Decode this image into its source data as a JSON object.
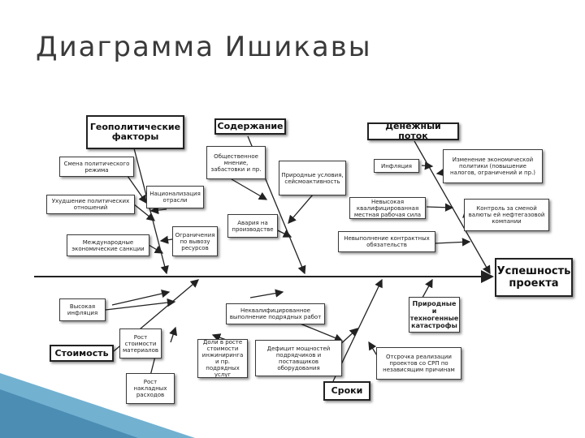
{
  "slide": {
    "title": "Диаграмма Ишикавы"
  },
  "result": "Успешность проекта",
  "main_categories": {
    "geopolitics": "Геополитические факторы",
    "content": "Содержание",
    "cashflow": "Денежный поток",
    "cost": "Стоимость",
    "deadlines": "Сроки",
    "disasters": "Природные и техногенные катастрофы"
  },
  "causes": {
    "regime_change": "Смена политического режима",
    "relations": "Ухудшение политических отношений",
    "sanctions": "Международные экономические санкции",
    "national_industry": "Национализация отрасли",
    "restrictions": "Ограничения по вывозу ресурсов",
    "public_sentiment": "Общественное мнение, забастовки и пр.",
    "natural_conditions": "Природные условия, сейсмоактивность",
    "production_accident": "Авария на производстве",
    "inflation": "Инфляция",
    "economic_policy": "Изменение экономической политики (повышение налогов, ограничений и пр.)",
    "labor_shortage": "Невысокая квалифицированная местная рабочая сила",
    "obligations": "Невыполнение контрактных обязательств",
    "currency_control": "Контроль за сменой валюты ей нефтегазовой компании",
    "high_inflation": "Высокая инфляция",
    "material_costs": "Рост стоимости материалов",
    "share_costs": "Доли в росте стоимости инжиниринга и пр. подрядных услуг",
    "general_costs": "Рост накладных расходов",
    "unqualified_work": "Неквалифицированное выполнение подрядных работ",
    "equipment_delivery": "Дефицит мощностей подрядчиков и поставщиков оборудования",
    "project_approval": "Отсрочка реализации проектов со СРП по независящим причинам"
  }
}
